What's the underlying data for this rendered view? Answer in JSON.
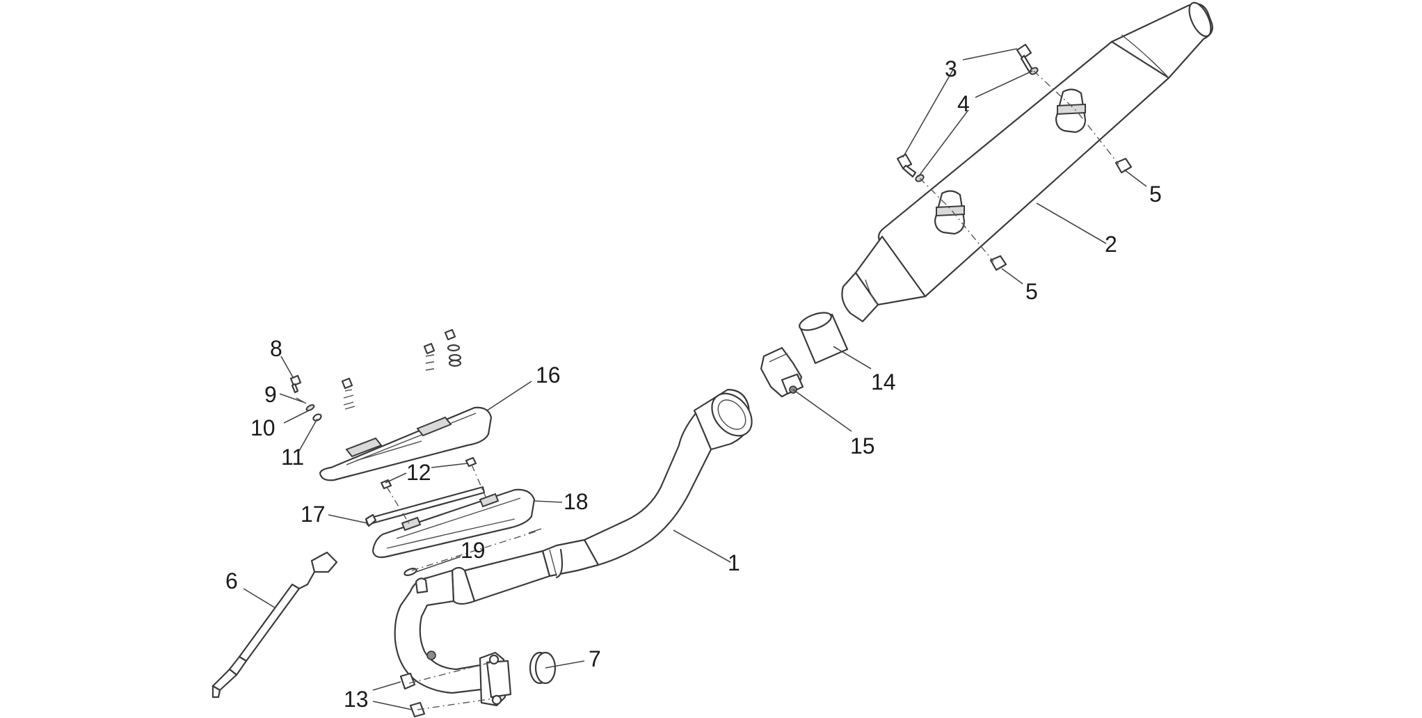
{
  "diagram": {
    "callouts": [
      {
        "id": "c1",
        "text": "1"
      },
      {
        "id": "c2",
        "text": "2"
      },
      {
        "id": "c3",
        "text": "3"
      },
      {
        "id": "c4",
        "text": "4"
      },
      {
        "id": "c5a",
        "text": "5"
      },
      {
        "id": "c5b",
        "text": "5"
      },
      {
        "id": "c6",
        "text": "6"
      },
      {
        "id": "c7",
        "text": "7"
      },
      {
        "id": "c8",
        "text": "8"
      },
      {
        "id": "c9",
        "text": "9"
      },
      {
        "id": "c10",
        "text": "10"
      },
      {
        "id": "c11",
        "text": "11"
      },
      {
        "id": "c12",
        "text": "12"
      },
      {
        "id": "c13",
        "text": "13"
      },
      {
        "id": "c14",
        "text": "14"
      },
      {
        "id": "c15",
        "text": "15"
      },
      {
        "id": "c16",
        "text": "16"
      },
      {
        "id": "c17",
        "text": "17"
      },
      {
        "id": "c18",
        "text": "18"
      },
      {
        "id": "c19",
        "text": "19"
      }
    ],
    "colors": {
      "line": "#3a3a3a",
      "fill": "#ffffff",
      "shade": "#d9d9d9"
    }
  }
}
